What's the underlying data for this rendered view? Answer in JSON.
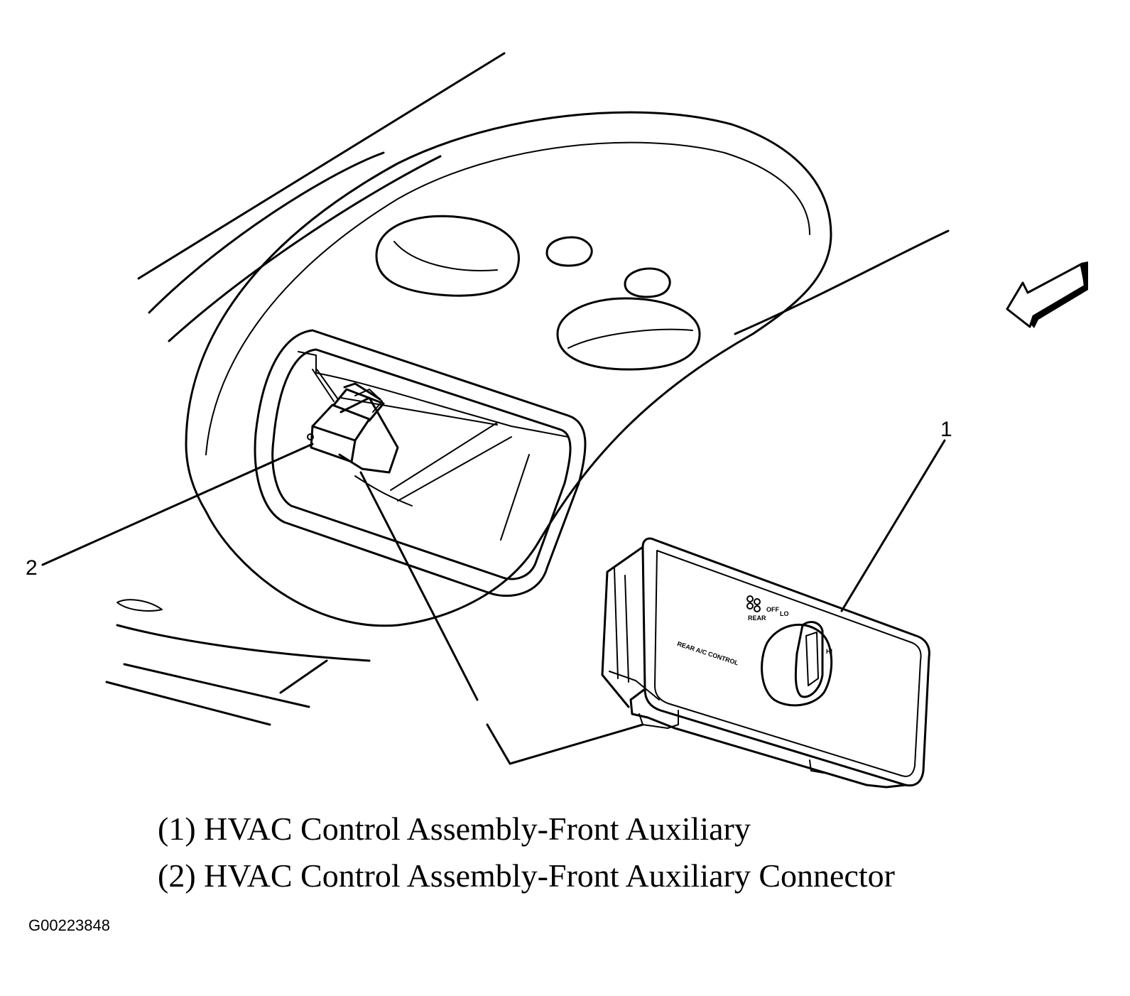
{
  "callouts": {
    "one": "1",
    "two": "2"
  },
  "legend": [
    "(1) HVAC Control Assembly-Front Auxiliary",
    "(2) HVAC Control Assembly-Front Auxiliary Connector"
  ],
  "figure_id": "G00223848",
  "control_panel": {
    "label_rear_off": "REAR",
    "label_off": "OFF",
    "label_lo": "LO",
    "label_hi": "HI",
    "label_panel": "REAR A/C CONTROL"
  },
  "icons": {
    "view_arrow": "direction-arrow-icon"
  }
}
